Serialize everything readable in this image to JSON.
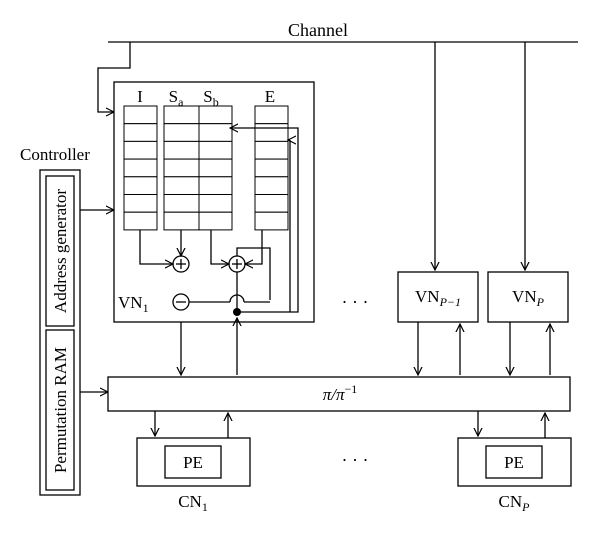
{
  "channel_label": "Channel",
  "controller_label": "Controller",
  "address_generator_label": "Address generator",
  "permutation_ram_label": "Permutation RAM",
  "memory_labels": {
    "i": "I",
    "sa_main": "S",
    "sa_sub": "a",
    "sb_main": "S",
    "sb_sub": "b",
    "e": "E"
  },
  "vn1_main": "VN",
  "vn1_sub": "1",
  "vnp1_main": "VN",
  "vnp1_sub": "P−1",
  "vnp_main": "VN",
  "vnp_sub": "P",
  "pi_main": "π/π",
  "pi_sup": "−1",
  "pe_label_1": "PE",
  "pe_label_2": "PE",
  "cn1_main": "CN",
  "cn1_sub": "1",
  "cnp_main": "CN",
  "cnp_sub": "P",
  "ellipsis_vn": "· · ·",
  "ellipsis_cn": "· · ·",
  "plus_symbol": "+",
  "minus_symbol": "−"
}
